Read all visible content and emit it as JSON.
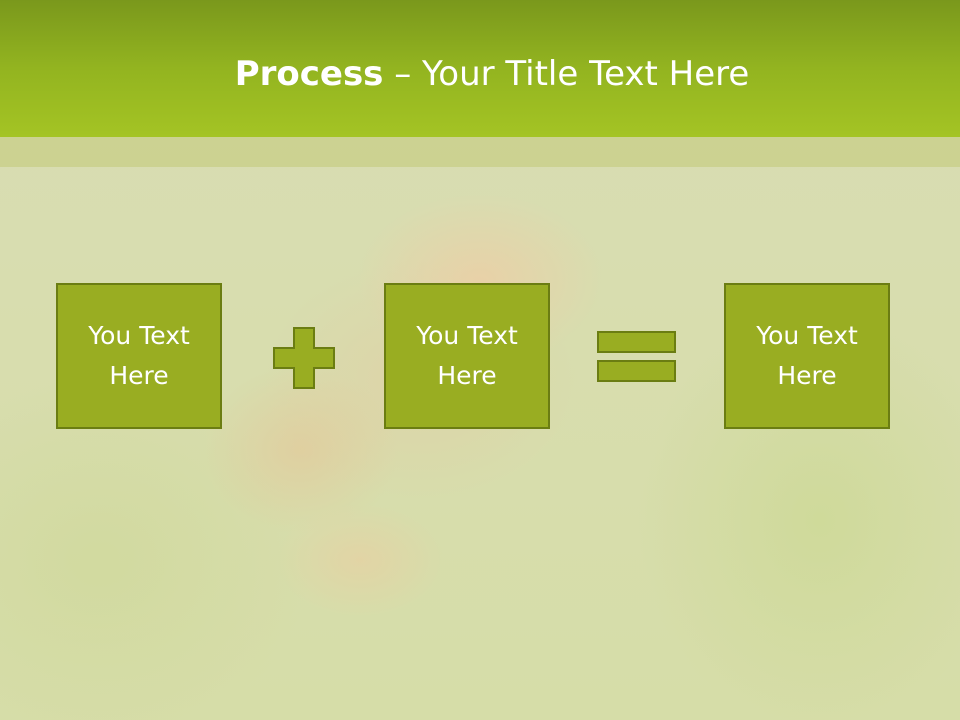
{
  "title": {
    "bold": "Process",
    "rest": " – Your Title Text Here"
  },
  "boxes": [
    {
      "text": "You Text Here"
    },
    {
      "text": "You Text Here"
    },
    {
      "text": "You Text Here"
    }
  ],
  "operators": [
    "plus-icon",
    "equals-icon"
  ],
  "colors": {
    "header": "#93b420",
    "box_fill": "#99ad22",
    "box_border": "#6b7d12",
    "text": "#ffffff"
  }
}
